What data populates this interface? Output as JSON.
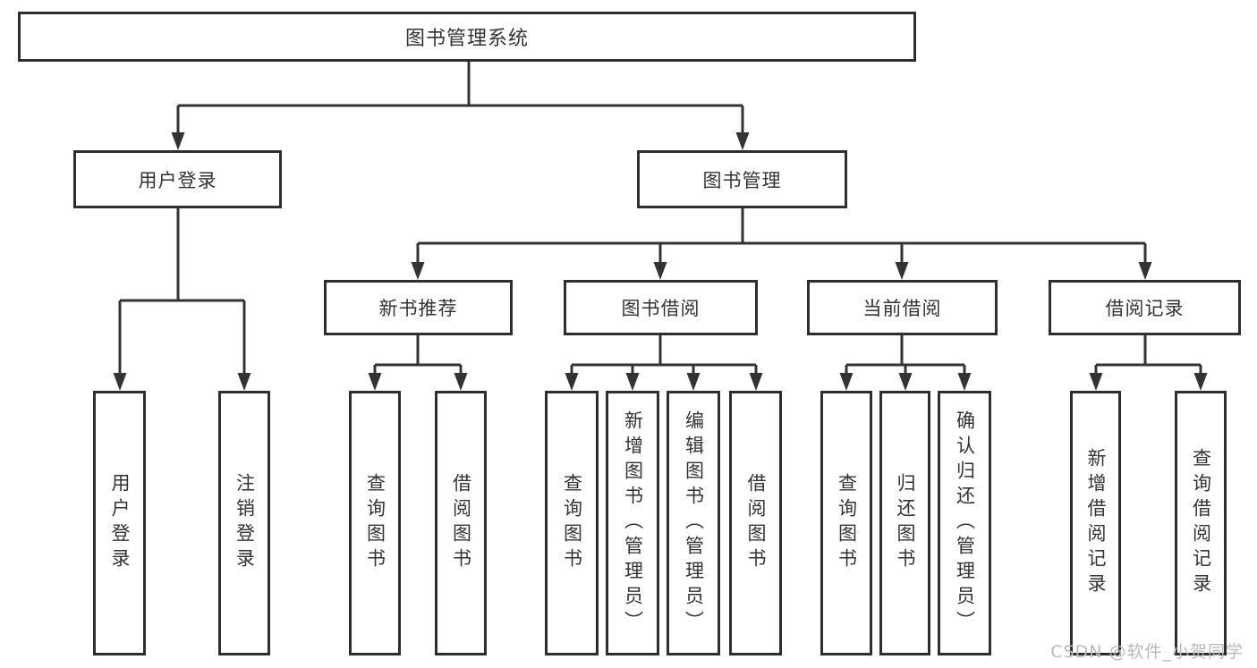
{
  "tree": {
    "label": "图书管理系统",
    "children": [
      {
        "label": "用户登录",
        "children": [
          {
            "label": "用户登录"
          },
          {
            "label": "注销登录"
          }
        ]
      },
      {
        "label": "图书管理",
        "children": [
          {
            "label": "新书推荐",
            "children": [
              {
                "label": "查询图书"
              },
              {
                "label": "借阅图书"
              }
            ]
          },
          {
            "label": "图书借阅",
            "children": [
              {
                "label": "查询图书"
              },
              {
                "label": "新增图书（管理员）"
              },
              {
                "label": "编辑图书（管理员）"
              },
              {
                "label": "借阅图书"
              }
            ]
          },
          {
            "label": "当前借阅",
            "children": [
              {
                "label": "查询图书"
              },
              {
                "label": "归还图书"
              },
              {
                "label": "确认归还（管理员）"
              }
            ]
          },
          {
            "label": "借阅记录",
            "children": [
              {
                "label": "新增借阅记录"
              },
              {
                "label": "查询借阅记录"
              }
            ]
          }
        ]
      }
    ]
  },
  "watermark": {
    "text": "CSDN @软件_小贺同学"
  },
  "colors": {
    "line": "#333333",
    "box_border": "#2e2e2e",
    "box_fill": "#ffffff",
    "text": "#333333",
    "watermark": "#b9b9b9",
    "background": "#ffffff"
  }
}
